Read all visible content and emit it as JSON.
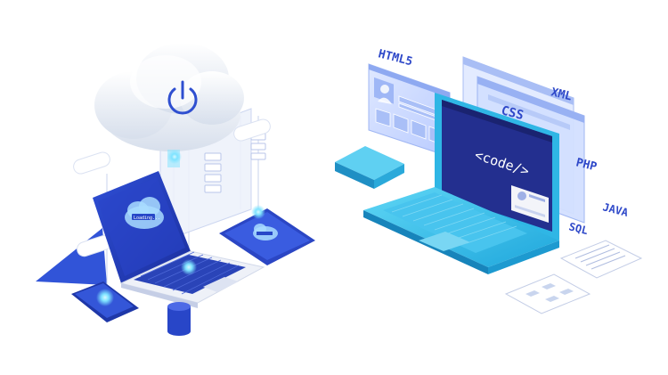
{
  "cloud_scene": {
    "laptop_screen_text": "Loading..."
  },
  "dev_scene": {
    "screen_code": "<code/>",
    "tech_labels": {
      "html": "HTML5",
      "css": "CSS",
      "xml": "XML",
      "php": "PHP",
      "java": "JAVA",
      "sql": "SQL"
    }
  },
  "colors": {
    "navy": "#2339b8",
    "royal": "#3559e0",
    "cyan": "#3fc1e9",
    "teal": "#2fb4e0",
    "glow": "#7fe3ff",
    "cloud": "#eef2f8"
  }
}
